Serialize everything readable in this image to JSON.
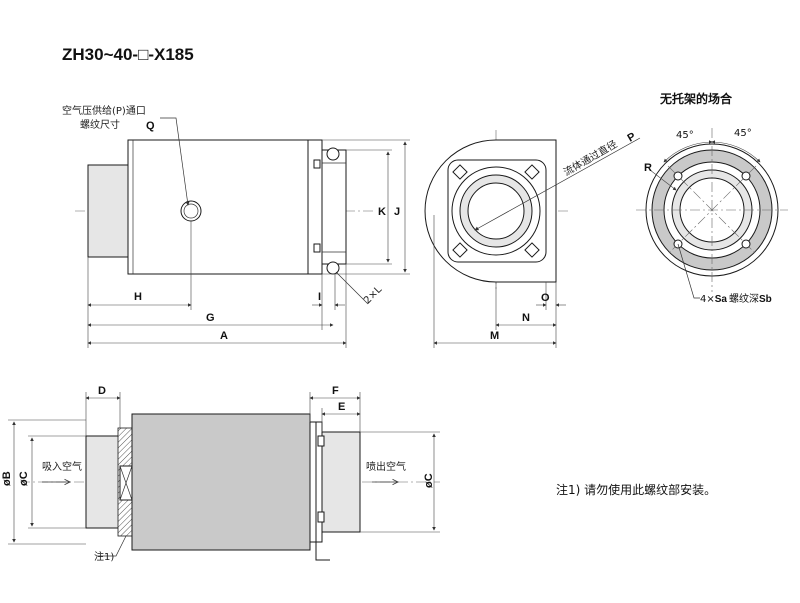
{
  "title": "ZH30~40-□-X185",
  "top_view": {
    "port_label_1": "空气压供给(P)通口",
    "port_label_2": "螺纹尺寸",
    "port_letter": "Q",
    "dims": {
      "H": "H",
      "G": "G",
      "A": "A",
      "I": "I",
      "L": "2×L",
      "K": "K",
      "J": "J"
    }
  },
  "end_view": {
    "fluid_label": "流体通过直径",
    "fluid_letter": "P",
    "dims": {
      "M": "M",
      "N": "N",
      "O": "O"
    }
  },
  "no_bracket": {
    "title": "无托架的场合",
    "angle1": "45°",
    "angle2": "45°",
    "radius": "R",
    "thread_note_prefix": "4×",
    "thread_note_sa": "Sa",
    "thread_note_mid": "螺纹深",
    "thread_note_sb": "Sb"
  },
  "bottom_view": {
    "inlet": "吸入空气",
    "outlet": "喷出空气",
    "dia_B": "øB",
    "dia_C_left": "øC",
    "dia_C_right": "øC",
    "dims": {
      "D": "D",
      "F": "F",
      "E": "E"
    },
    "note_ref": "注1)"
  },
  "note": "注1) 请勿使用此螺纹部安装。"
}
